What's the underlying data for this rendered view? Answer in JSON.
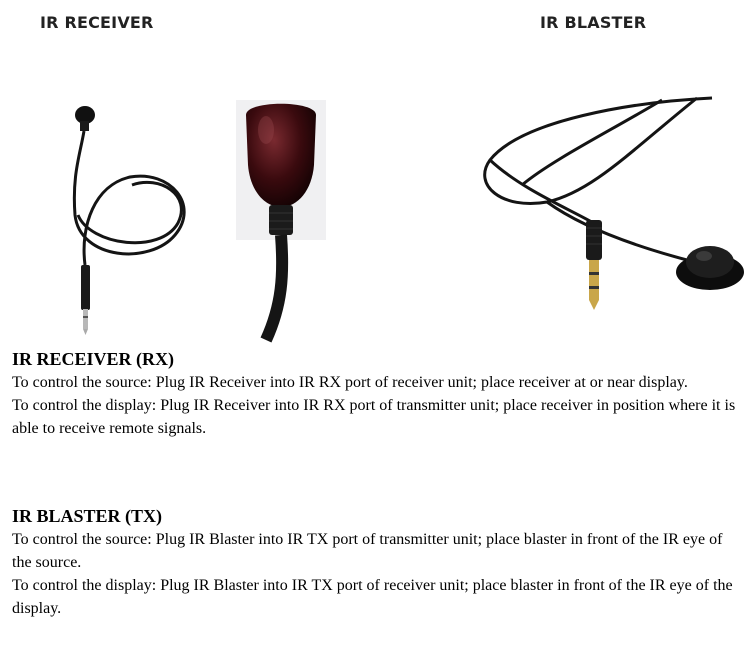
{
  "headers": {
    "receiver": "IR RECEIVER",
    "blaster": "IR BLASTER"
  },
  "icons": [
    "ir-receiver-photo",
    "ir-receiver-closeup-photo",
    "ir-blaster-photo"
  ],
  "receiver_section": {
    "title": "IR RECEIVER (RX)",
    "source_text": "To control the source:  Plug IR Receiver into IR RX port of receiver unit; place receiver at or near display.",
    "display_text": "To control the display:  Plug IR Receiver into IR RX port of transmitter unit; place receiver in position where it is able to receive remote signals."
  },
  "blaster_section": {
    "title": "IR BLASTER (TX)",
    "source_text": "To control the source:  Plug IR Blaster into IR TX port of transmitter unit; place blaster in front of the IR eye of the source.",
    "display_text": "To control the display:  Plug IR Blaster into IR TX port of receiver unit; place blaster in front of the IR eye of the display."
  },
  "colors": {
    "cable": "#141414",
    "lens": "#3a0a0e",
    "background": "#ffffff"
  }
}
